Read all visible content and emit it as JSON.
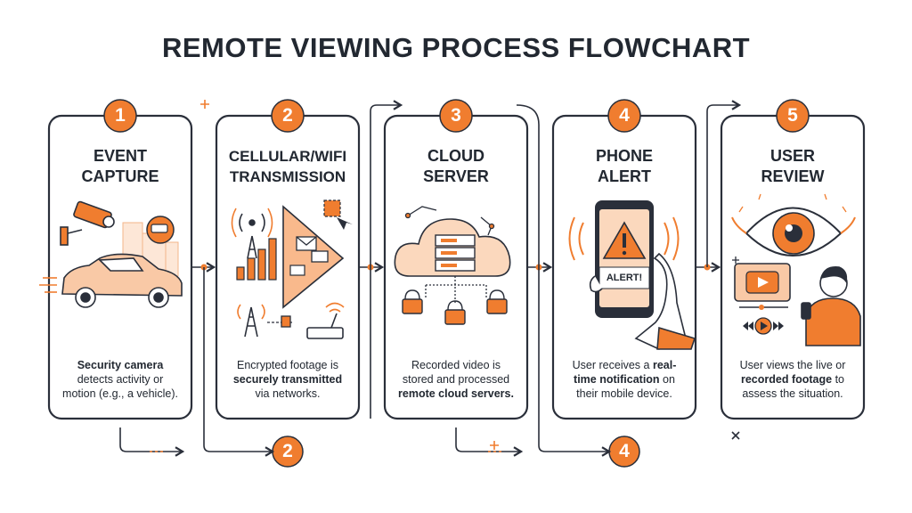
{
  "title": "REMOTE VIEWING PROCESS FLOWCHART",
  "colors": {
    "accent": "#f07d2f",
    "accent_light": "#f9c9a6",
    "outline": "#2a2f3a",
    "card_bg": "#ffffff"
  },
  "steps": [
    {
      "number": "1",
      "title_line1": "EVENT",
      "title_line2": "CAPTURE",
      "desc": [
        {
          "t": "Security camera",
          "b": true
        },
        {
          "t": "detects activity or",
          "b": false
        },
        {
          "t": "motion (e.g., a vehicle).",
          "b": false
        }
      ],
      "icons": [
        "security-camera-icon",
        "car-icon",
        "building-icon"
      ]
    },
    {
      "number": "2",
      "title_line1": "CELLULAR/WIFI",
      "title_line2": "TRANSMISSION",
      "desc": [
        {
          "t": "Encrypted footage is",
          "b": false
        },
        {
          "t": "securely transmitted",
          "b": true
        },
        {
          "t": "via networks.",
          "b": false
        }
      ],
      "icons": [
        "cell-tower-icon",
        "signal-bars-icon",
        "envelope-icon",
        "wifi-router-icon"
      ]
    },
    {
      "number": "3",
      "title_line1": "CLOUD",
      "title_line2": "SERVER",
      "desc": [
        {
          "t": "Recorded video is",
          "b": false
        },
        {
          "t": "stored and processed",
          "b": false
        },
        {
          "t": "remote cloud servers.",
          "b": true
        }
      ],
      "icons": [
        "cloud-icon",
        "server-icon",
        "lock-icon"
      ]
    },
    {
      "number": "4",
      "title_line1": "PHONE",
      "title_line2": "ALERT",
      "desc": [
        {
          "t": "User receives a ",
          "b": false,
          "extra": "real-"
        },
        {
          "t": "time notification",
          "b": true,
          "tail": " on"
        },
        {
          "t": "their mobile device.",
          "b": false
        }
      ],
      "alert_label": "ALERT!",
      "icons": [
        "phone-icon",
        "warning-icon",
        "hand-icon"
      ]
    },
    {
      "number": "5",
      "title_line1": "USER",
      "title_line2": "REVIEW",
      "desc": [
        {
          "t": "User views the live or",
          "b": false
        },
        {
          "t": "recorded footage",
          "b": true,
          "tail": " to"
        },
        {
          "t": "assess the situation.",
          "b": false
        }
      ],
      "icons": [
        "eye-icon",
        "video-player-icon",
        "person-icon"
      ]
    }
  ],
  "bottom_badges": [
    "2",
    "4"
  ]
}
